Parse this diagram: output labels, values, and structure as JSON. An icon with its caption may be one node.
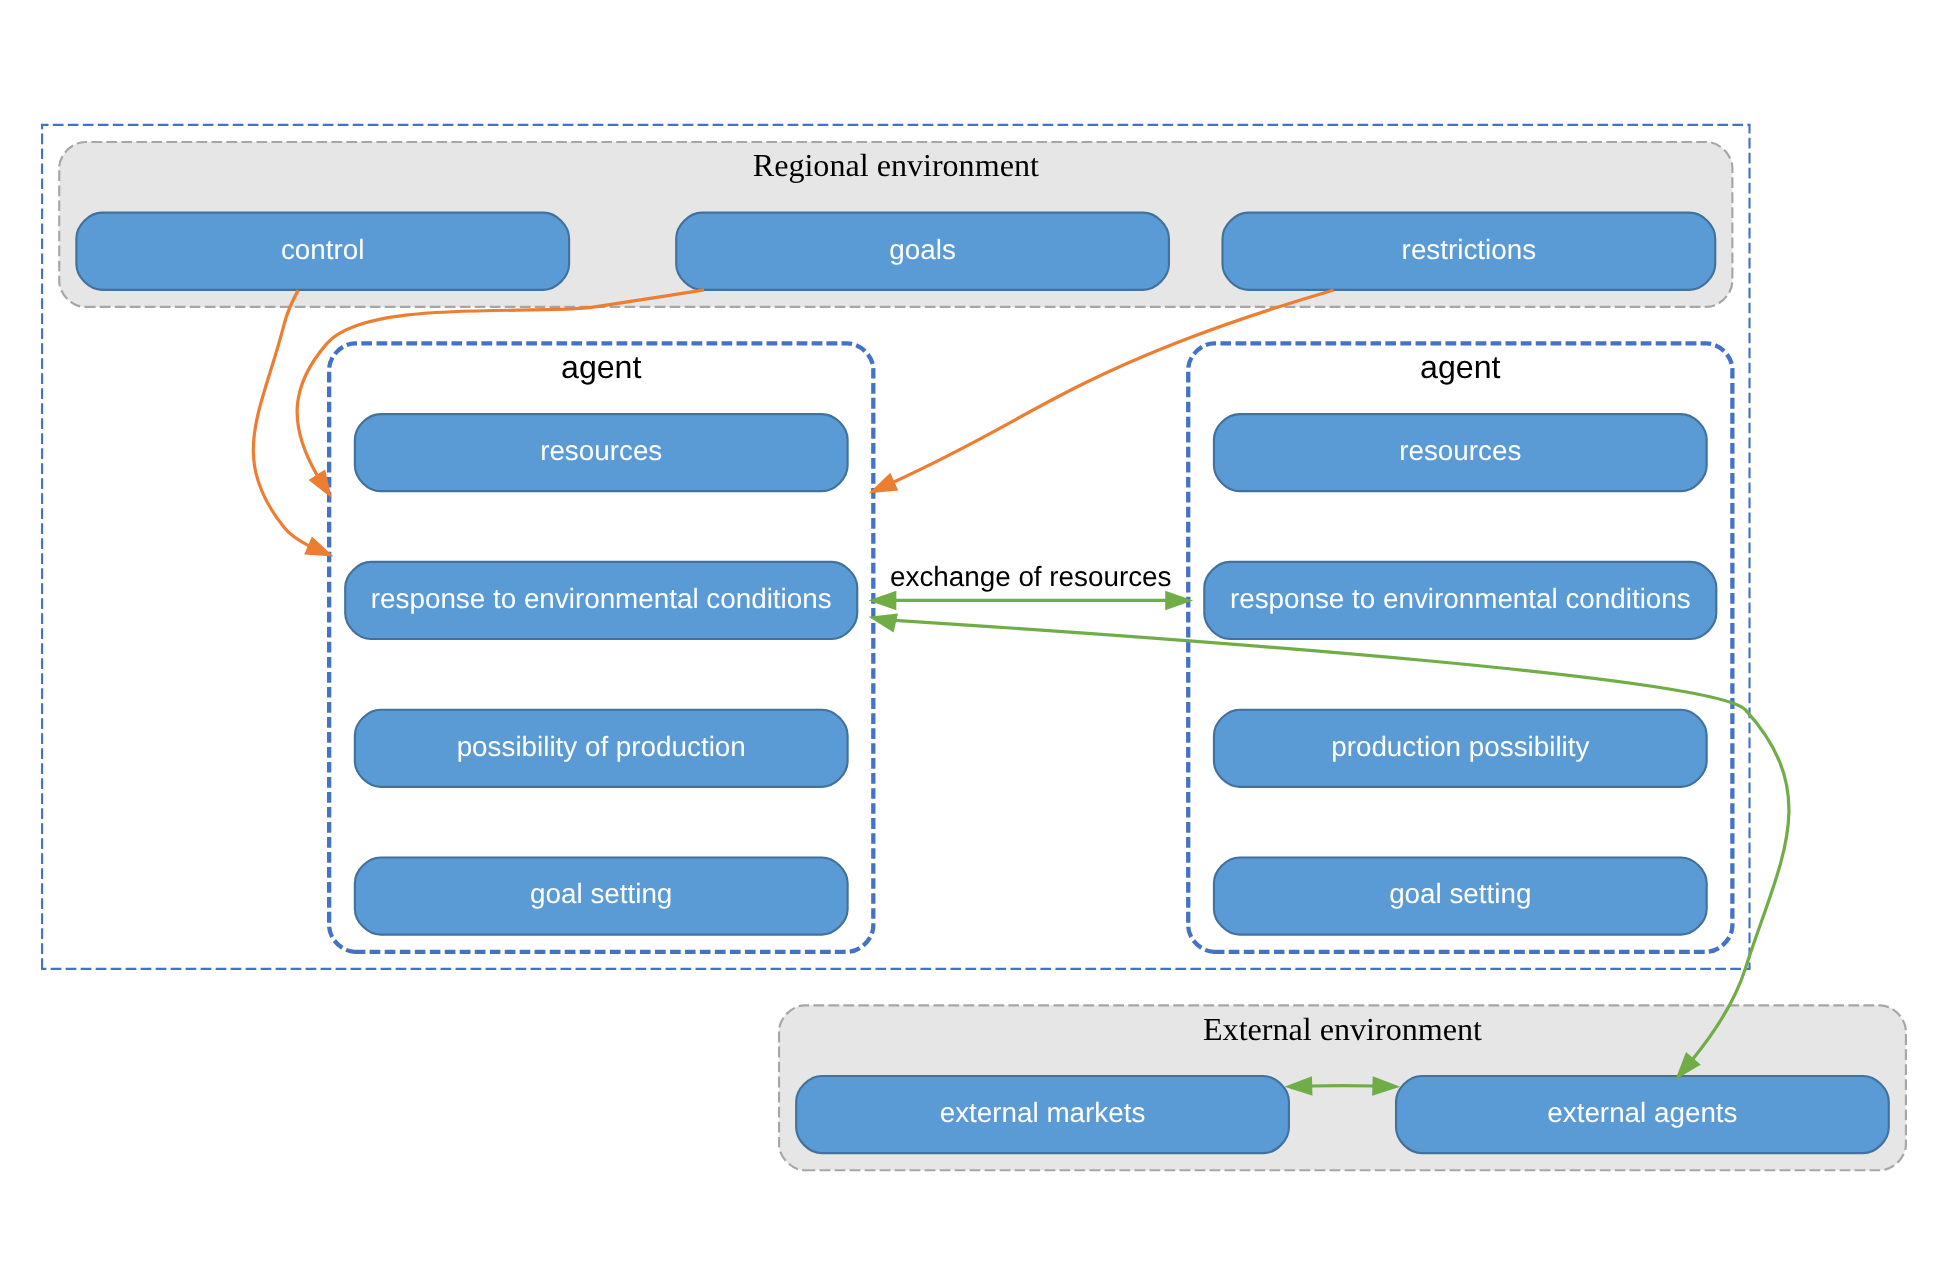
{
  "diagram": {
    "nodes": [
      {
        "text": [],
        "shape": "box"
      },
      {
        "text": [
          "Regional environment"
        ],
        "in": 0
      },
      {
        "text": [
          "restrictions"
        ],
        "in": 1
      },
      {
        "text": [
          "control"
        ],
        "in": 1
      },
      {
        "text": [
          "goals"
        ],
        "in": 1
      },
      {
        "text": [
          "agent"
        ],
        "in": 0
      },
      {
        "text": [
          "resources"
        ],
        "in": 5
      },
      {
        "text": [
          "response to environmental conditions"
        ],
        "in": 5
      },
      {
        "text": [
          "possibility of production"
        ],
        "in": 5
      },
      {
        "text": [
          "goal setting"
        ],
        "in": 5
      },
      {
        "text": [
          "agent"
        ],
        "in": 0
      },
      {
        "text": [
          "resources"
        ],
        "in": 10
      },
      {
        "text": [
          "response to environmental conditions"
        ],
        "in": 10
      },
      {
        "text": [
          "production possibility"
        ],
        "in": 10
      },
      {
        "text": [
          "goal setting"
        ],
        "in": 10
      },
      {
        "text": [
          "External environment"
        ]
      },
      {
        "text": [
          "external markets"
        ],
        "in": 15
      },
      {
        "text": [
          "external agents"
        ],
        "in": 15
      }
    ],
    "edges": [
      {
        "from": 2,
        "to": 5,
        "arrow": "to",
        "color": "#ed7d31"
      },
      {
        "from": 3,
        "to": 5,
        "arrow": "to",
        "color": "#ed7d31"
      },
      {
        "from": 4,
        "to": 5,
        "arrow": "to",
        "color": "#ed7d31"
      },
      {
        "from": 5,
        "to": 10,
        "arrow": "both",
        "label": "exchange of resources",
        "color": "#70ad47"
      },
      {
        "from": 5,
        "to": 17,
        "arrow": "both",
        "color": "#70ad47"
      },
      {
        "from": 16,
        "to": 17,
        "arrow": "both",
        "color": "#70ad47"
      }
    ]
  }
}
